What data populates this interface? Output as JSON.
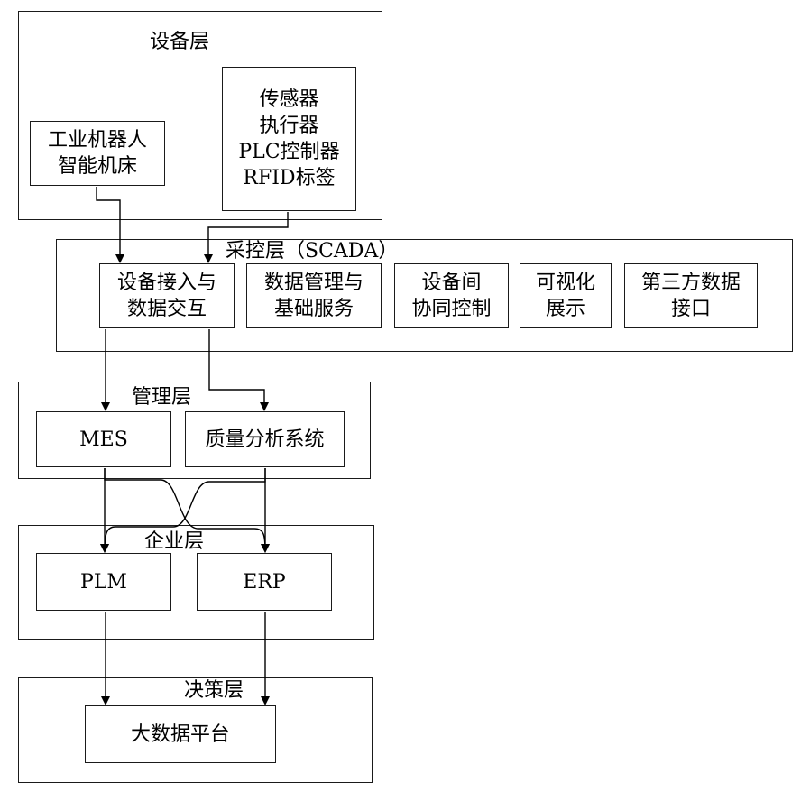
{
  "device_layer": {
    "title": "设备层",
    "robot_node": {
      "line1": "工业机器人",
      "line2": "智能机床"
    },
    "sensor_node": {
      "line1": "传感器",
      "line2": "执行器",
      "line3": "PLC控制器",
      "line4": "RFID标签"
    }
  },
  "scada_layer": {
    "title": "采控层（SCADA）",
    "nodes": [
      {
        "line1": "设备接入与",
        "line2": "数据交互"
      },
      {
        "line1": "数据管理与",
        "line2": "基础服务"
      },
      {
        "line1": "设备间",
        "line2": "协同控制"
      },
      {
        "line1": "可视化",
        "line2": "展示"
      },
      {
        "line1": "第三方数据",
        "line2": "接口"
      }
    ]
  },
  "management_layer": {
    "title": "管理层",
    "mes": "MES",
    "quality": "质量分析系统"
  },
  "enterprise_layer": {
    "title": "企业层",
    "plm": "PLM",
    "erp": "ERP"
  },
  "decision_layer": {
    "title": "决策层",
    "bigdata": "大数据平台"
  }
}
